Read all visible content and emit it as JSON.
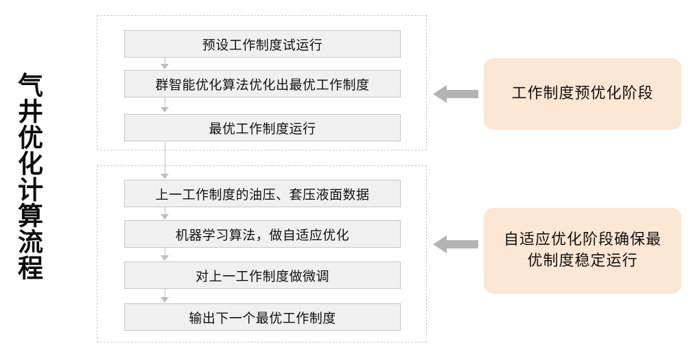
{
  "page": {
    "title_vertical": "气井优化计算流程",
    "background_color": "#ffffff"
  },
  "colors": {
    "step_fill": "#f0f0f0",
    "step_border": "#c6c6c6",
    "group_border": "#c9c9c9",
    "connector": "#bfbfbf",
    "block_arrow": "#b3b3b3",
    "panel_fill": "#fce6d4",
    "text": "#111111"
  },
  "groups": [
    {
      "name": "pre-optimization-stage",
      "steps": [
        {
          "label": "预设工作制度试运行"
        },
        {
          "label": "群智能优化算法优化出最优工作制度"
        },
        {
          "label": "最优工作制度运行"
        }
      ]
    },
    {
      "name": "adaptive-optimization-stage",
      "steps": [
        {
          "label": "上一工作制度的油压、套压液面数据"
        },
        {
          "label": "机器学习算法，做自适应优化"
        },
        {
          "label": "对上一工作制度做微调"
        },
        {
          "label": "输出下一个最优工作制度"
        }
      ]
    }
  ],
  "stage_panels": [
    {
      "name": "stage-panel-pre-optimization",
      "label": "工作制度预优化阶段",
      "arrow_icon": "arrow-left-icon"
    },
    {
      "name": "stage-panel-adaptive-optimization",
      "label": "自适应优化阶段确保最优制度稳定运行",
      "arrow_icon": "arrow-left-icon"
    }
  ]
}
